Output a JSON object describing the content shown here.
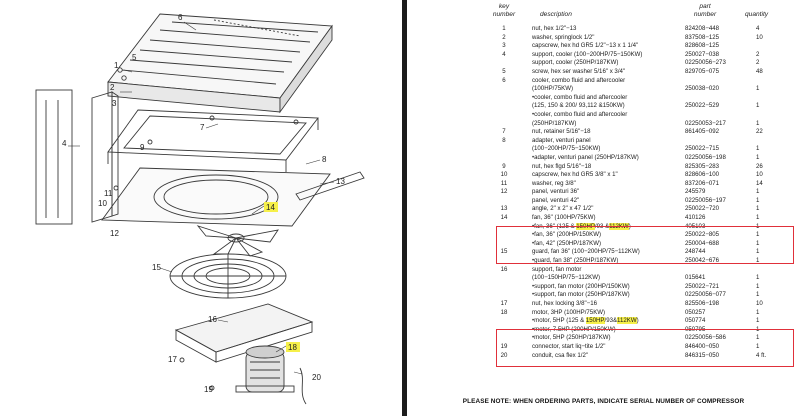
{
  "diagram": {
    "callouts": [
      "6",
      "1",
      "2",
      "3",
      "5",
      "4",
      "7",
      "8",
      "9",
      "10",
      "11",
      "12",
      "13",
      "14",
      "15",
      "16",
      "17",
      "18",
      "19",
      "20"
    ],
    "highlighted": [
      "14",
      "18"
    ]
  },
  "parts_list": {
    "headers": {
      "key_line1": "key",
      "key_line2": "number",
      "description": "description",
      "part_line1": "part",
      "part_line2": "number",
      "quantity": "quantity"
    },
    "rows": [
      {
        "key": "1",
        "desc": "nut, hex 1/2\"−13",
        "part": "824208−448",
        "qty": "4"
      },
      {
        "key": "2",
        "desc": "washer, springlock 1/2\"",
        "part": "837508−125",
        "qty": "10"
      },
      {
        "key": "3",
        "desc": "capscrew, hex hd GR5 1/2\"−13 x 1 1/4\"",
        "part": "828608−125",
        "qty": ""
      },
      {
        "key": "4",
        "desc": "support, cooler (100−200HP/75−150KW)",
        "part": "250027−038",
        "qty": "2"
      },
      {
        "key": "",
        "desc": "support, cooler (250HP/187KW)",
        "part": "02250056−273",
        "qty": "2"
      },
      {
        "key": "5",
        "desc": "screw, hex ser washer 5/16\" x 3/4\"",
        "part": "829705−075",
        "qty": "48"
      },
      {
        "key": "6",
        "desc": "cooler, combo fluid and aftercooler",
        "part": "",
        "qty": ""
      },
      {
        "key": "",
        "desc": "(100HP/75KW)",
        "part": "250038−020",
        "qty": "1"
      },
      {
        "key": "",
        "bullet": true,
        "desc": "cooler, combo fluid and aftercooler",
        "part": "",
        "qty": ""
      },
      {
        "key": "",
        "desc": "(125, 150 & 200/ 93,112 &150KW)",
        "part": "250022−529",
        "qty": "1"
      },
      {
        "key": "",
        "bullet": true,
        "desc": "cooler, combo fluid and aftercooler",
        "part": "",
        "qty": ""
      },
      {
        "key": "",
        "desc": "(250HP/187KW)",
        "part": "02250053−217",
        "qty": "1"
      },
      {
        "key": "7",
        "desc": "nut, retainer 5/16\"−18",
        "part": "861405−092",
        "qty": "22"
      },
      {
        "key": "8",
        "desc": "adapter, venturi panel",
        "part": "",
        "qty": ""
      },
      {
        "key": "",
        "desc": "(100−200HP/75−150KW)",
        "part": "250022−715",
        "qty": "1"
      },
      {
        "key": "",
        "bullet": true,
        "desc": "adapter, venturi panel (250HP/187KW)",
        "part": "02250056−198",
        "qty": "1"
      },
      {
        "key": "9",
        "desc": "nut, hex flgd 5/16\"−18",
        "part": "825305−283",
        "qty": "26"
      },
      {
        "key": "10",
        "desc": "capscrew, hex hd GR5 3/8\" x 1\"",
        "part": "828606−100",
        "qty": "10"
      },
      {
        "key": "11",
        "desc": "washer, reg 3/8\"",
        "part": "837206−071",
        "qty": "14"
      },
      {
        "key": "12",
        "desc": "panel, venturi 36\"",
        "part": "245579",
        "qty": "1"
      },
      {
        "key": "",
        "desc": "panel, venturi 42\"",
        "part": "02250056−197",
        "qty": "1"
      },
      {
        "key": "13",
        "desc": "angle, 2\" x 2\" x 47 1/2\"",
        "part": "250022−720",
        "qty": "1"
      },
      {
        "key": "14",
        "desc": "fan, 36\" (100HP/75KW)",
        "part": "410126",
        "qty": "1"
      },
      {
        "key": "",
        "bullet": true,
        "desc_parts": [
          "fan, 36\" (125 & ",
          "150HP",
          "/93 &",
          "112KW",
          ")"
        ],
        "hl_idx": [
          1,
          3
        ],
        "part": "405103",
        "qty": "1"
      },
      {
        "key": "",
        "bullet": true,
        "desc": "fan, 36\" (200HP/150KW)",
        "part": "250022−805",
        "qty": "1"
      },
      {
        "key": "",
        "bullet": true,
        "desc": "fan, 42\" (250HP/187KW)",
        "part": "250004−688",
        "qty": "1"
      },
      {
        "key": "15",
        "desc": "guard, fan 36\" (100−200HP/75−112KW)",
        "part": "248744",
        "qty": "1"
      },
      {
        "key": "",
        "bullet": true,
        "desc": "guard, fan 38\" (250HP/187KW)",
        "part": "250042−676",
        "qty": "1"
      },
      {
        "key": "16",
        "desc": "support, fan motor",
        "part": "",
        "qty": ""
      },
      {
        "key": "",
        "desc": "(100−150HP/75−112KW)",
        "part": "015641",
        "qty": "1"
      },
      {
        "key": "",
        "bullet": true,
        "desc": "support, fan motor (200HP/150KW)",
        "part": "250022−721",
        "qty": "1"
      },
      {
        "key": "",
        "bullet": true,
        "desc": "support, fan motor (250HP/187KW)",
        "part": "02250056−077",
        "qty": "1"
      },
      {
        "key": "17",
        "desc": "nut, hex locking 3/8\"−16",
        "part": "825506−198",
        "qty": "10"
      },
      {
        "key": "18",
        "desc": "motor, 3HP (100HP/75KW)",
        "part": "050257",
        "qty": "1"
      },
      {
        "key": "",
        "bullet": true,
        "desc_parts": [
          "motor, 5HP (125 & ",
          "150HP",
          "/93&",
          "112KW",
          ")"
        ],
        "hl_idx": [
          1,
          3
        ],
        "part": "050774",
        "qty": "1"
      },
      {
        "key": "",
        "bullet": true,
        "desc": "motor, 7.5HP (200HP/150KW)",
        "part": "050795",
        "qty": "1"
      },
      {
        "key": "",
        "bullet": true,
        "desc": "motor, 5HP (250HP/187KW)",
        "part": "02250056−586",
        "qty": "1"
      },
      {
        "key": "19",
        "desc": "connector, start liq−tite 1/2\"",
        "part": "846400−050",
        "qty": "1"
      },
      {
        "key": "20",
        "desc": "conduit, csa flex 1/2\"",
        "part": "846315−050",
        "qty": "4 ft."
      }
    ],
    "footer": "PLEASE NOTE:  WHEN ORDERING PARTS, INDICATE SERIAL NUMBER OF COMPRESSOR"
  },
  "colors": {
    "highlight": "#f6f04a",
    "box": "#e0303a",
    "divider": "#1c1c1c",
    "ink": "#1a1a1a"
  }
}
